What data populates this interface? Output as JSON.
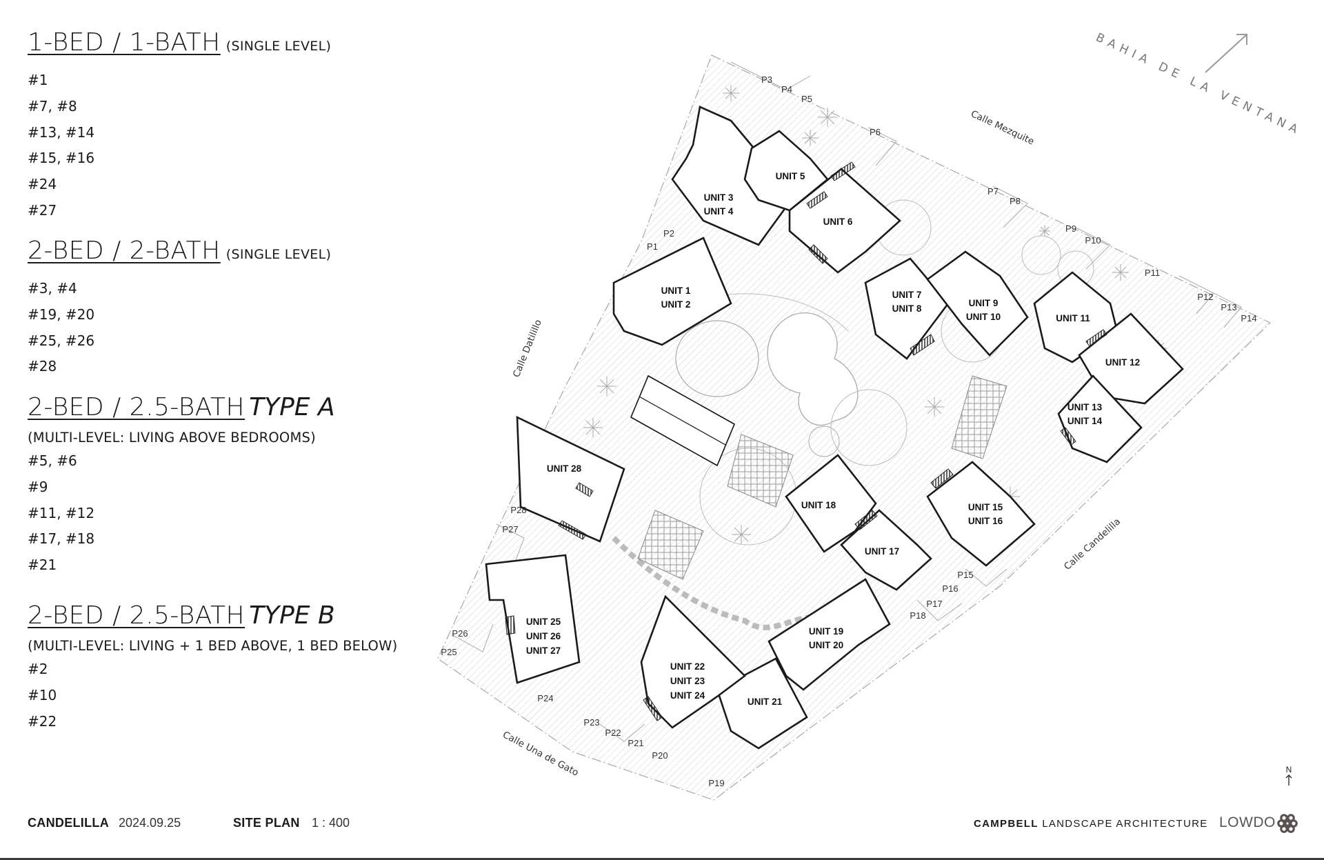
{
  "legend": {
    "groups": [
      {
        "title": "1-BED / 1-BATH",
        "subtitle": "(SINGLE LEVEL)",
        "type": "",
        "note": "",
        "units": [
          "#1",
          "#7, #8",
          "#13, #14",
          "#15, #16",
          "#24",
          "#27"
        ]
      },
      {
        "title": "2-BED / 2-BATH",
        "subtitle": "(SINGLE LEVEL)",
        "type": "",
        "note": "",
        "units": [
          "#3, #4",
          "#19, #20",
          "#25, #26",
          "#28"
        ]
      },
      {
        "title": "2-BED / 2.5-BATH",
        "subtitle": "",
        "type": "TYPE A",
        "note": "(MULTI-LEVEL: LIVING ABOVE BEDROOMS)",
        "units": [
          "#5, #6",
          "#9",
          "#11, #12",
          "#17, #18",
          "#21"
        ]
      },
      {
        "title": "2-BED / 2.5-BATH",
        "subtitle": "",
        "type": "TYPE B",
        "note": "(MULTI-LEVEL: LIVING + 1 BED ABOVE, 1 BED BELOW)",
        "units": [
          "#2",
          "#10",
          "#22"
        ]
      }
    ]
  },
  "site_plan": {
    "bay_label": "BAHIA DE LA VENTANA",
    "streets": [
      "Calle Mezquite",
      "Calle Datilillo",
      "Calle Candelilla",
      "Calle Una de Gato"
    ],
    "units": [
      {
        "lines": [
          "UNIT 1",
          "UNIT 2"
        ]
      },
      {
        "lines": [
          "UNIT 3",
          "UNIT 4"
        ]
      },
      {
        "lines": [
          "UNIT 5"
        ]
      },
      {
        "lines": [
          "UNIT 6"
        ]
      },
      {
        "lines": [
          "UNIT 7",
          "UNIT 8"
        ]
      },
      {
        "lines": [
          "UNIT 9",
          "UNIT 10"
        ]
      },
      {
        "lines": [
          "UNIT 11"
        ]
      },
      {
        "lines": [
          "UNIT 12"
        ]
      },
      {
        "lines": [
          "UNIT 13",
          "UNIT 14"
        ]
      },
      {
        "lines": [
          "UNIT 15",
          "UNIT 16"
        ]
      },
      {
        "lines": [
          "UNIT 17"
        ]
      },
      {
        "lines": [
          "UNIT 18"
        ]
      },
      {
        "lines": [
          "UNIT 19",
          "UNIT 20"
        ]
      },
      {
        "lines": [
          "UNIT 21"
        ]
      },
      {
        "lines": [
          "UNIT 22",
          "UNIT 23",
          "UNIT 24"
        ]
      },
      {
        "lines": [
          "UNIT 25",
          "UNIT 26",
          "UNIT 27"
        ]
      },
      {
        "lines": [
          "UNIT 28"
        ]
      }
    ],
    "parking": [
      "P1",
      "P2",
      "P3",
      "P4",
      "P5",
      "P6",
      "P7",
      "P8",
      "P9",
      "P10",
      "P11",
      "P12",
      "P13",
      "P14",
      "P15",
      "P16",
      "P17",
      "P18",
      "P19",
      "P20",
      "P21",
      "P22",
      "P23",
      "P24",
      "P25",
      "P26",
      "P27",
      "P28"
    ],
    "north_label": "N"
  },
  "footer": {
    "project": "CANDELILLA",
    "date": "2024.09.25",
    "sheet": "SITE PLAN",
    "scale": "1 : 400",
    "firm_bold": "CAMPBELL",
    "firm_rest": "LANDSCAPE ARCHITECTURE",
    "logo": "LOWDO"
  }
}
